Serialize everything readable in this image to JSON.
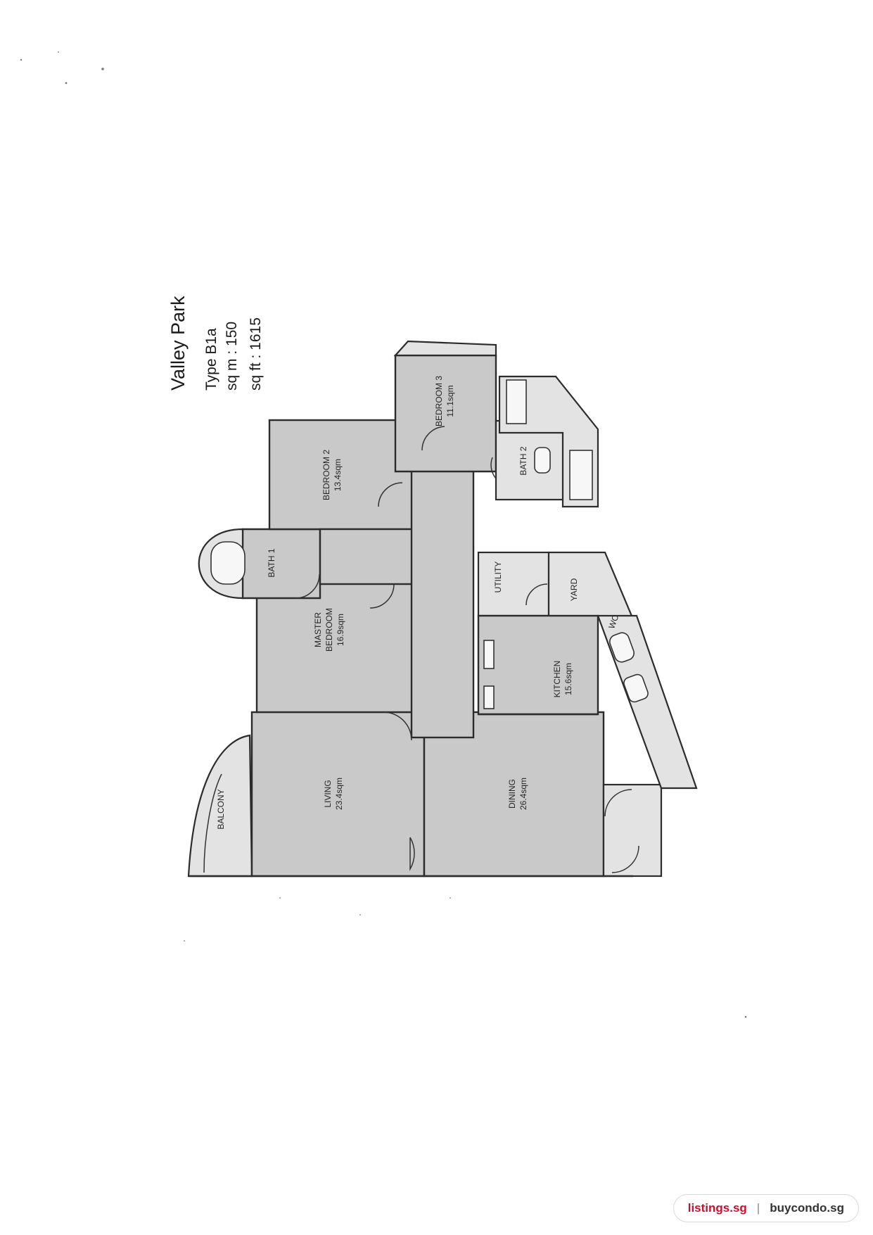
{
  "title": {
    "project": "Valley Park",
    "type": "Type B1a",
    "sqm": "sq m : 150",
    "sqft": "sq ft : 1615"
  },
  "rooms": {
    "balcony": "BALCONY",
    "living": "LIVING",
    "living_area": "23.4sqm",
    "dining": "DINING",
    "dining_area": "26.4sqm",
    "master": "MASTER",
    "master2": "BEDROOM",
    "master_area": "16.9sqm",
    "bath1": "BATH 1",
    "bedroom2": "BEDROOM 2",
    "bedroom2_area": "13.4sqm",
    "bedroom3": "BEDROOM 3",
    "bedroom3_area": "11.1sqm",
    "bath2": "BATH 2",
    "utility": "UTILITY",
    "yard": "YARD",
    "kitchen": "KITCHEN",
    "kitchen_area": "15.6sqm",
    "wc": "WC"
  },
  "watermark": {
    "site_a": "listings.sg",
    "separator": "|",
    "site_b": "buycondo.sg"
  },
  "colors": {
    "room_fill": "#c9c9c9",
    "brand_red": "#c8102e"
  }
}
